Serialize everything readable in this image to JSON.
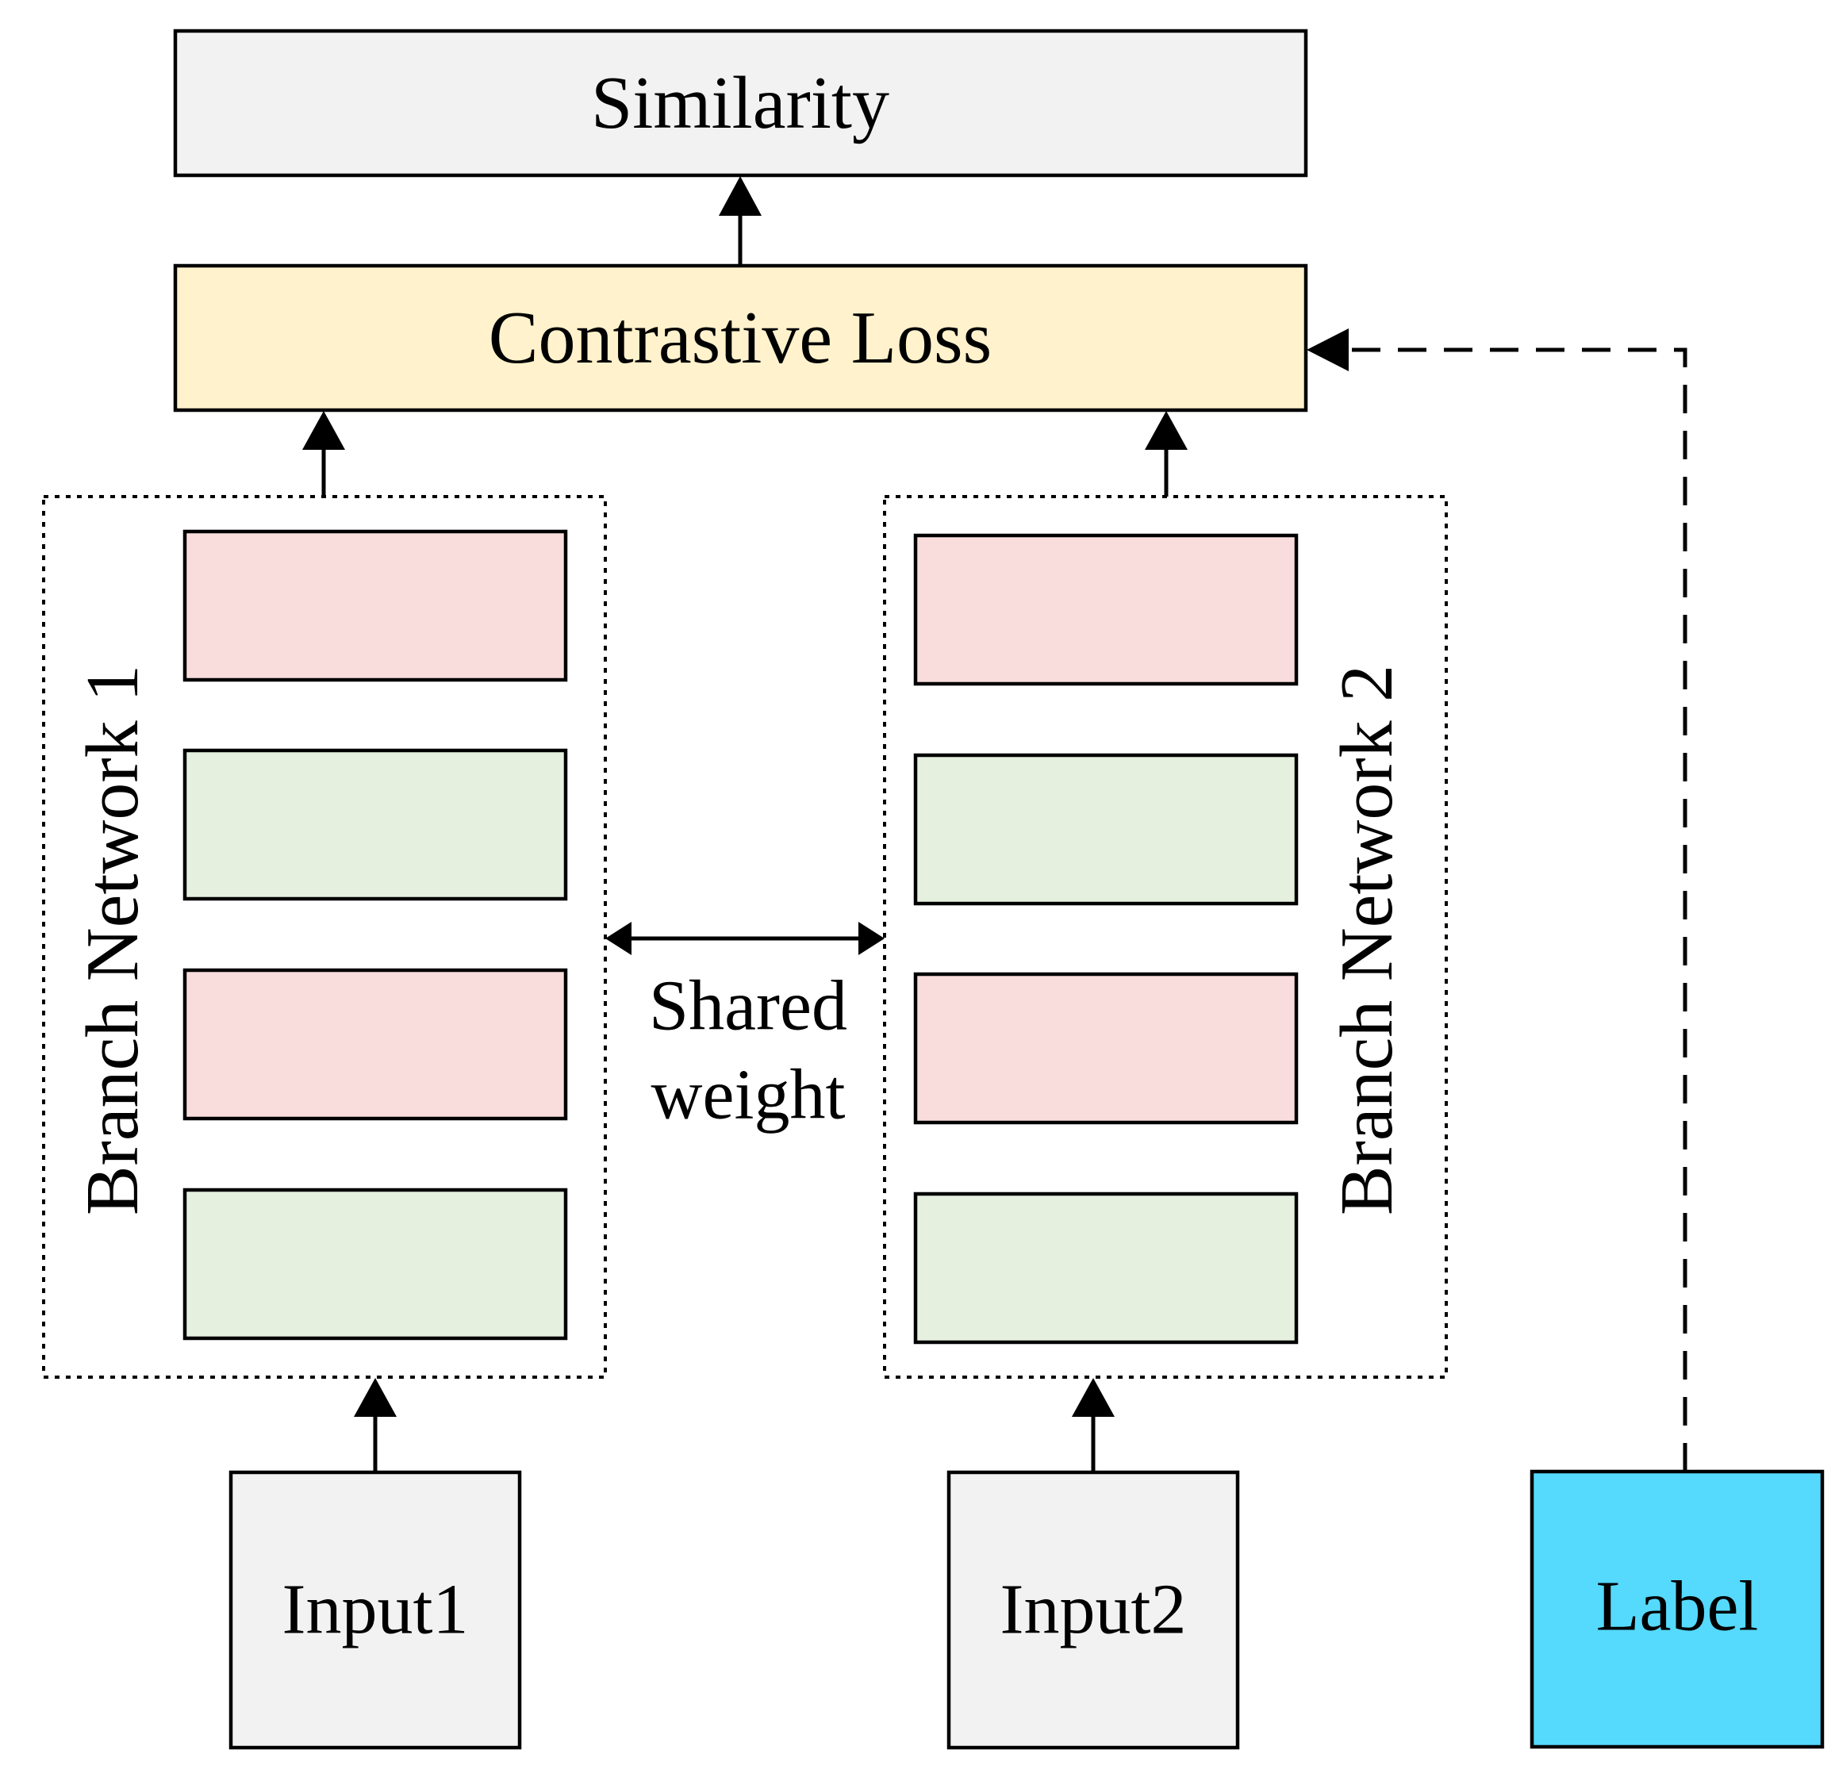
{
  "title": "",
  "nodes": {
    "similarity": "Similarity",
    "contrastive_loss": "Contrastive Loss",
    "branch1": "Branch Network 1",
    "branch2": "Branch Network 2",
    "shared_line1": "Shared",
    "shared_line2": "weight",
    "input1": "Input1",
    "input2": "Input2",
    "label": "Label"
  },
  "layers": [
    {
      "kind": "layer",
      "color": "pink"
    },
    {
      "kind": "layer",
      "color": "green"
    },
    {
      "kind": "layer",
      "color": "pink"
    },
    {
      "kind": "layer",
      "color": "green"
    }
  ],
  "colors": {
    "gray_box": "#f2f2f2",
    "loss_box": "#fff2cc",
    "label_box": "#55d9fd",
    "pink_layer": "#f9dcdc",
    "green_layer": "#e6f0de",
    "stroke": "#000000"
  },
  "edges": [
    {
      "from": "input1",
      "to": "branch1",
      "style": "solid"
    },
    {
      "from": "input2",
      "to": "branch2",
      "style": "solid"
    },
    {
      "from": "branch1",
      "to": "contrastive_loss",
      "style": "solid"
    },
    {
      "from": "branch2",
      "to": "contrastive_loss",
      "style": "solid"
    },
    {
      "from": "contrastive_loss",
      "to": "similarity",
      "style": "solid"
    },
    {
      "from": "label",
      "to": "contrastive_loss",
      "style": "dashed"
    },
    {
      "from": "branch1",
      "to": "branch2",
      "style": "double-arrow"
    }
  ]
}
